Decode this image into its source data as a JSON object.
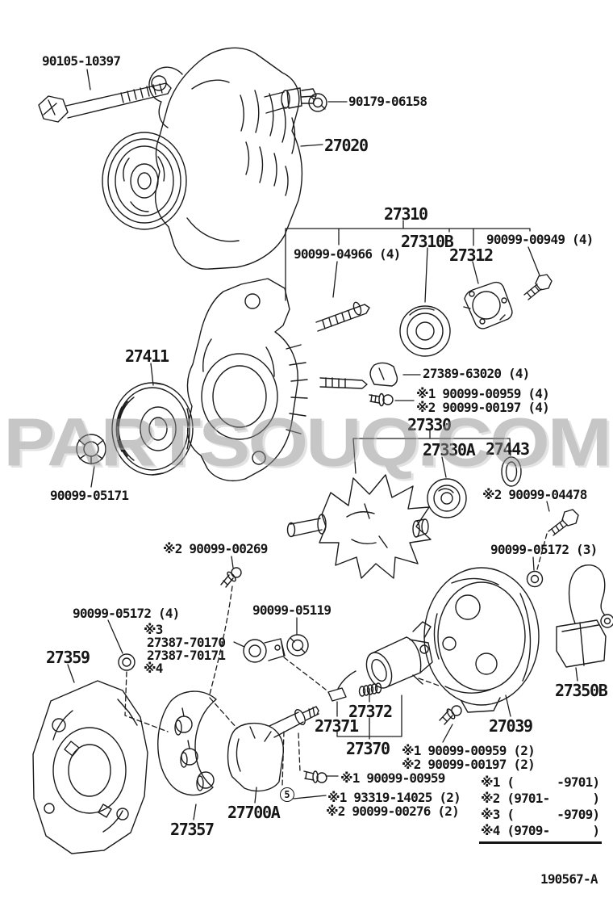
{
  "watermark": "PARTSOUQ.COM",
  "footer": {
    "drawing_number": "190567-A"
  },
  "callouts": {
    "circled_number": "5"
  },
  "labels": [
    {
      "text": "90105-10397"
    },
    {
      "text": "90179-06158"
    },
    {
      "text": "27020"
    },
    {
      "text": "27310"
    },
    {
      "text": "27310B"
    },
    {
      "text": "90099-00949 (4)"
    },
    {
      "text": "90099-04966 (4)"
    },
    {
      "text": "27312"
    },
    {
      "text": "27411"
    },
    {
      "text": "90099-05171"
    },
    {
      "text": "27389-63020 (4)"
    },
    {
      "text": "※1 90099-00959 (4)"
    },
    {
      "text": "※2 90099-00197 (4)"
    },
    {
      "text": "27330"
    },
    {
      "text": "27330A"
    },
    {
      "text": "27443"
    },
    {
      "text": "※2 90099-04478"
    },
    {
      "text": "90099-05172 (3)"
    },
    {
      "text": "※2 90099-00269"
    },
    {
      "text": "90099-05119"
    },
    {
      "text": "90099-05172 (4)"
    },
    {
      "text": "※3"
    },
    {
      "text": "27387-70170"
    },
    {
      "text": "27387-70171"
    },
    {
      "text": "※4"
    },
    {
      "text": "27359"
    },
    {
      "text": "27350B"
    },
    {
      "text": "27372"
    },
    {
      "text": "27371"
    },
    {
      "text": "27370"
    },
    {
      "text": "27039"
    },
    {
      "text": "※1 90099-00959 (2)"
    },
    {
      "text": "※2 90099-00197 (2)"
    },
    {
      "text": "※1 90099-00959"
    },
    {
      "text": "※1 93319-14025 (2)"
    },
    {
      "text": "※2 90099-00276 (2)"
    },
    {
      "text": "27700A"
    },
    {
      "text": "27357"
    }
  ],
  "legend": {
    "rows": [
      "※1 (      -9701)",
      "※2 (9701-      )",
      "※3 (      -9709)",
      "※4 (9709-      )"
    ]
  }
}
